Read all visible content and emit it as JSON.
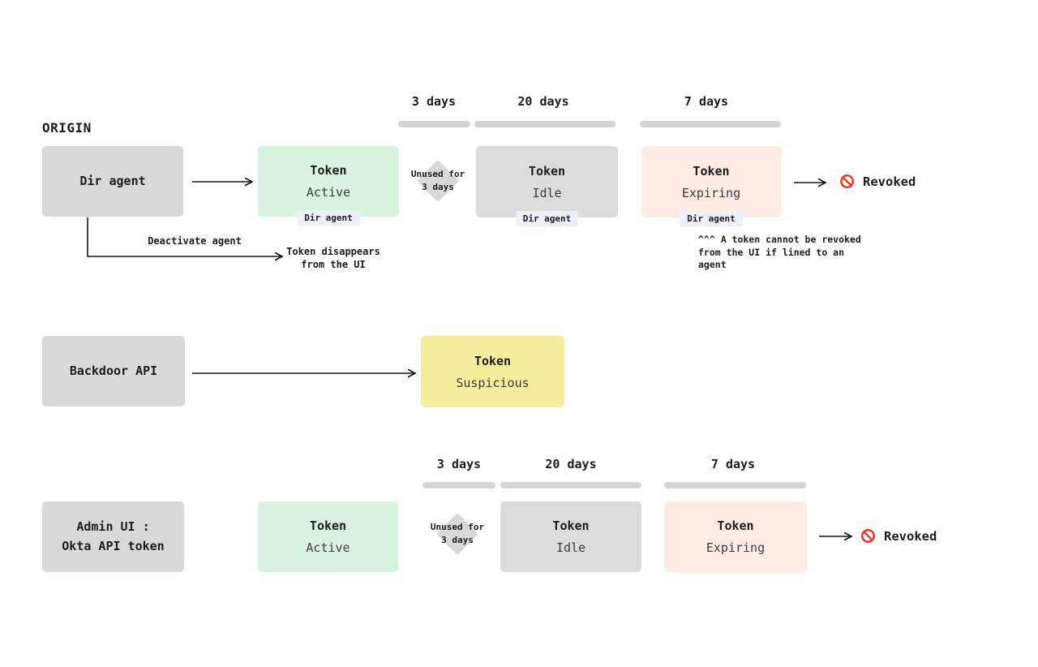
{
  "origin": {
    "label": "ORIGIN"
  },
  "flow_agent": {
    "source": {
      "label": "Dir agent"
    },
    "durations": [
      {
        "label": "3 days"
      },
      {
        "label": "20 days"
      },
      {
        "label": "7 days"
      }
    ],
    "states": [
      {
        "title": "Token",
        "status": "Active",
        "badge": "Dir agent"
      },
      {
        "title": "Token",
        "status": "Idle",
        "badge": "Dir agent"
      },
      {
        "title": "Token",
        "status": "Expiring",
        "badge": "Dir agent"
      }
    ],
    "condition": {
      "line1": "Unused for",
      "line2": "3 days"
    },
    "revoked": {
      "label": "Revoked",
      "icon": "no-entry-icon"
    },
    "deactivate": {
      "arrow_label": "Deactivate agent",
      "result_line1": "Token disappears",
      "result_line2": "from the UI"
    },
    "note": {
      "line1": "^^^ A token cannot be revoked",
      "line2": "from the UI if lined to an",
      "line3": "agent"
    }
  },
  "flow_backdoor": {
    "source": {
      "label": "Backdoor API"
    },
    "state": {
      "title": "Token",
      "status": "Suspicious"
    }
  },
  "flow_admin": {
    "source": {
      "line1": "Admin UI :",
      "line2": "Okta API token"
    },
    "durations": [
      {
        "label": "3 days"
      },
      {
        "label": "20 days"
      },
      {
        "label": "7 days"
      }
    ],
    "states": [
      {
        "title": "Token",
        "status": "Active"
      },
      {
        "title": "Token",
        "status": "Idle"
      },
      {
        "title": "Token",
        "status": "Expiring"
      }
    ],
    "condition": {
      "line1": "Unused for",
      "line2": "3 days"
    },
    "revoked": {
      "label": "Revoked",
      "icon": "no-entry-icon"
    }
  },
  "colors": {
    "source_box": "#d9d9d9",
    "state_active": "#d9f2df",
    "state_idle": "#dcdcdc",
    "state_expiring": "#fdebe4",
    "state_suspicious": "#f5ee9e",
    "badge_bg": "#edeffa",
    "duration_bar": "#d5d5d5",
    "condition_diamond": "#d9d9d9",
    "revoked_red": "#e5392c",
    "text": "#1c1c1c"
  }
}
